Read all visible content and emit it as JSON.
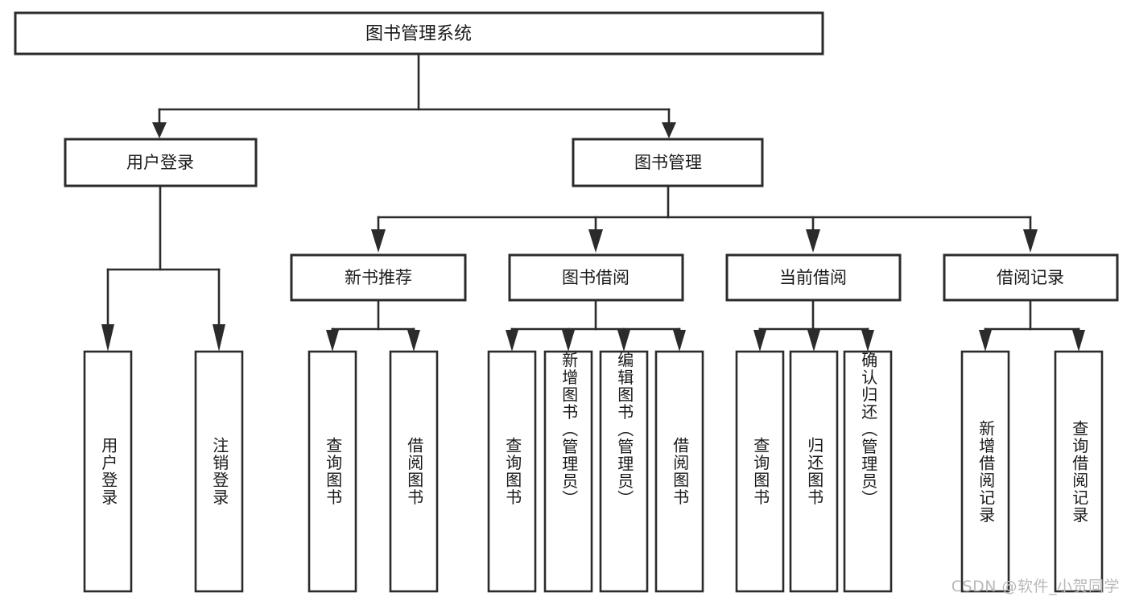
{
  "diagram": {
    "title": "图书管理系统",
    "type": "tree-hierarchy",
    "orientation": "top-down",
    "colors": {
      "box_fill": "#ffffff",
      "box_stroke": "#2b2b2b",
      "text": "#1a1a1a",
      "background": "#ffffff",
      "watermark": "#b9b9b9"
    }
  },
  "root": {
    "label": "图书管理系统"
  },
  "level2": [
    {
      "label": "用户登录"
    },
    {
      "label": "图书管理"
    }
  ],
  "level3": [
    {
      "label": "新书推荐"
    },
    {
      "label": "图书借阅"
    },
    {
      "label": "当前借阅"
    },
    {
      "label": "借阅记录"
    }
  ],
  "leaves": {
    "user_login": [
      {
        "label": "用户登录"
      },
      {
        "label": "注销登录"
      }
    ],
    "new_book": [
      {
        "label": "查询图书"
      },
      {
        "label": "借阅图书"
      }
    ],
    "book_borrow": [
      {
        "label": "查询图书"
      },
      {
        "label": "新增图书（管理员）"
      },
      {
        "label": "编辑图书（管理员）"
      },
      {
        "label": "借阅图书"
      }
    ],
    "current_borrow": [
      {
        "label": "查询图书"
      },
      {
        "label": "归还图书"
      },
      {
        "label": "确认归还（管理员）"
      }
    ],
    "borrow_record": [
      {
        "label": "新增借阅记录"
      },
      {
        "label": "查询借阅记录"
      }
    ]
  },
  "watermark": {
    "text": "CSDN @软件_小贺同学"
  }
}
